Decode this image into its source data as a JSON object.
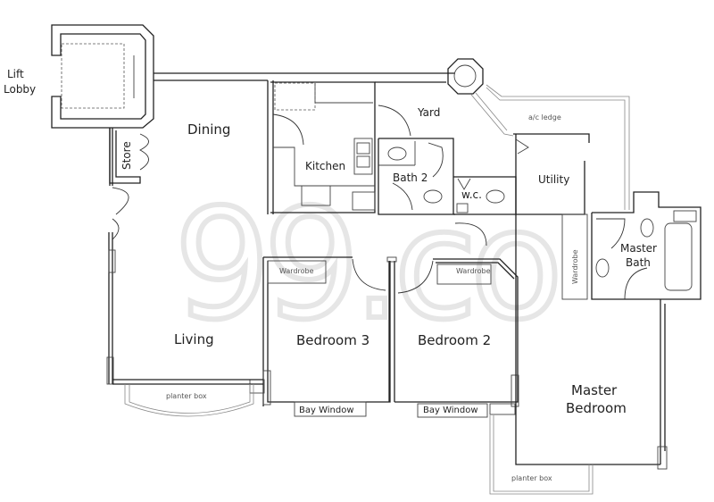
{
  "plan": {
    "watermark": "99.co",
    "rooms": {
      "lift_lobby_line1": "Lift",
      "lift_lobby_line2": "Lobby",
      "dining": "Dining",
      "store": "Store",
      "kitchen": "Kitchen",
      "yard": "Yard",
      "ac_ledge": "a/c ledge",
      "bath2": "Bath 2",
      "wc": "w.c.",
      "utility": "Utility",
      "master_bath_line1": "Master",
      "master_bath_line2": "Bath",
      "wardrobe_master": "Wardrobe",
      "wardrobe_bed3": "Wardrobe",
      "wardrobe_bed2": "Wardrobe",
      "living": "Living",
      "bedroom3": "Bedroom 3",
      "bedroom2": "Bedroom 2",
      "master_bedroom_line1": "Master",
      "master_bedroom_line2": "Bedroom",
      "planter_box_living": "planter box",
      "planter_box_master": "planter box",
      "bay_window_bed3": "Bay Window",
      "bay_window_bed2": "Bay Window"
    }
  }
}
